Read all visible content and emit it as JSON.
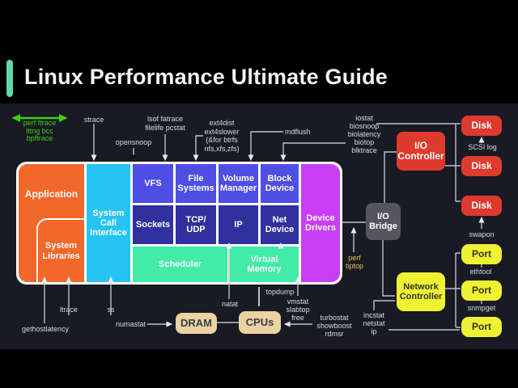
{
  "title": "Linux Performance Ultimate Guide",
  "colors": {
    "accent_teal": "#62d7ab",
    "tracer_green": "#3ad112",
    "highlight_yellow": "#d8c54b",
    "application_orange": "#f2672a",
    "syscall_cyan": "#27c3f5",
    "kernel_blue": "#4e4ee4",
    "kernel_dark_blue": "#30309e",
    "kernel_green": "#42eba6",
    "drivers_magenta": "#c93ef5",
    "hw_red": "#de3a2e",
    "hw_yellow": "#eef233",
    "hw_gray": "#55555d",
    "hw_tan": "#ebd3a1",
    "background": "#191a23"
  },
  "stack": {
    "application": "Application",
    "system_libraries": "System\nLibraries",
    "syscall_interface": "System\nCall\nInterface",
    "vfs": "VFS",
    "file_systems": "File\nSystems",
    "volume_manager": "Volume\nManager",
    "block_device": "Block\nDevice",
    "sockets": "Sockets",
    "tcp_udp": "TCP/\nUDP",
    "ip": "IP",
    "net_device": "Net\nDevice",
    "scheduler": "Scheduler",
    "virtual_memory": "Virtual\nMemory",
    "device_drivers": "Device\nDrivers"
  },
  "hardware": {
    "io_controller": "I/O\nController",
    "io_bridge": "I/O\nBridge",
    "network_controller": "Network\nController",
    "disks": [
      "Disk",
      "Disk",
      "Disk"
    ],
    "ports": [
      "Port",
      "Port",
      "Port"
    ],
    "dram": "DRAM",
    "cpus": "CPUs"
  },
  "tools": {
    "tracers": "perf ftrace\nlttng bcc\nbpftrace",
    "strace": "strace",
    "opensnoop": "opensnoop",
    "lsof": "lsof fatrace\nfilelife pcstat",
    "ext4": "ext4dist\next4slower\n(&for btrfs\nnfs,xfs,zfs)",
    "mdflush": "mdflush",
    "iostat": "iostat\nbiosnoop\nbiolatency\nbiotop\nblktrace",
    "scsi_log": "SCSI log",
    "swapon": "swapon",
    "ethtool": "ethtool",
    "snmpget": "snmpget",
    "incstat": "incstat\nnetstat\nip",
    "perf_tiptop": "perf\ntiptop",
    "natat": "natat",
    "topdump": "topdump",
    "vmstat": "vmstat\nslabtop\nfree",
    "turbostat": "turbostat\nshowboost\nrdmsr",
    "numastat": "numastat",
    "ss": "ss",
    "ltrace": "ltrace",
    "gethostlatency": "gethostlatency"
  }
}
